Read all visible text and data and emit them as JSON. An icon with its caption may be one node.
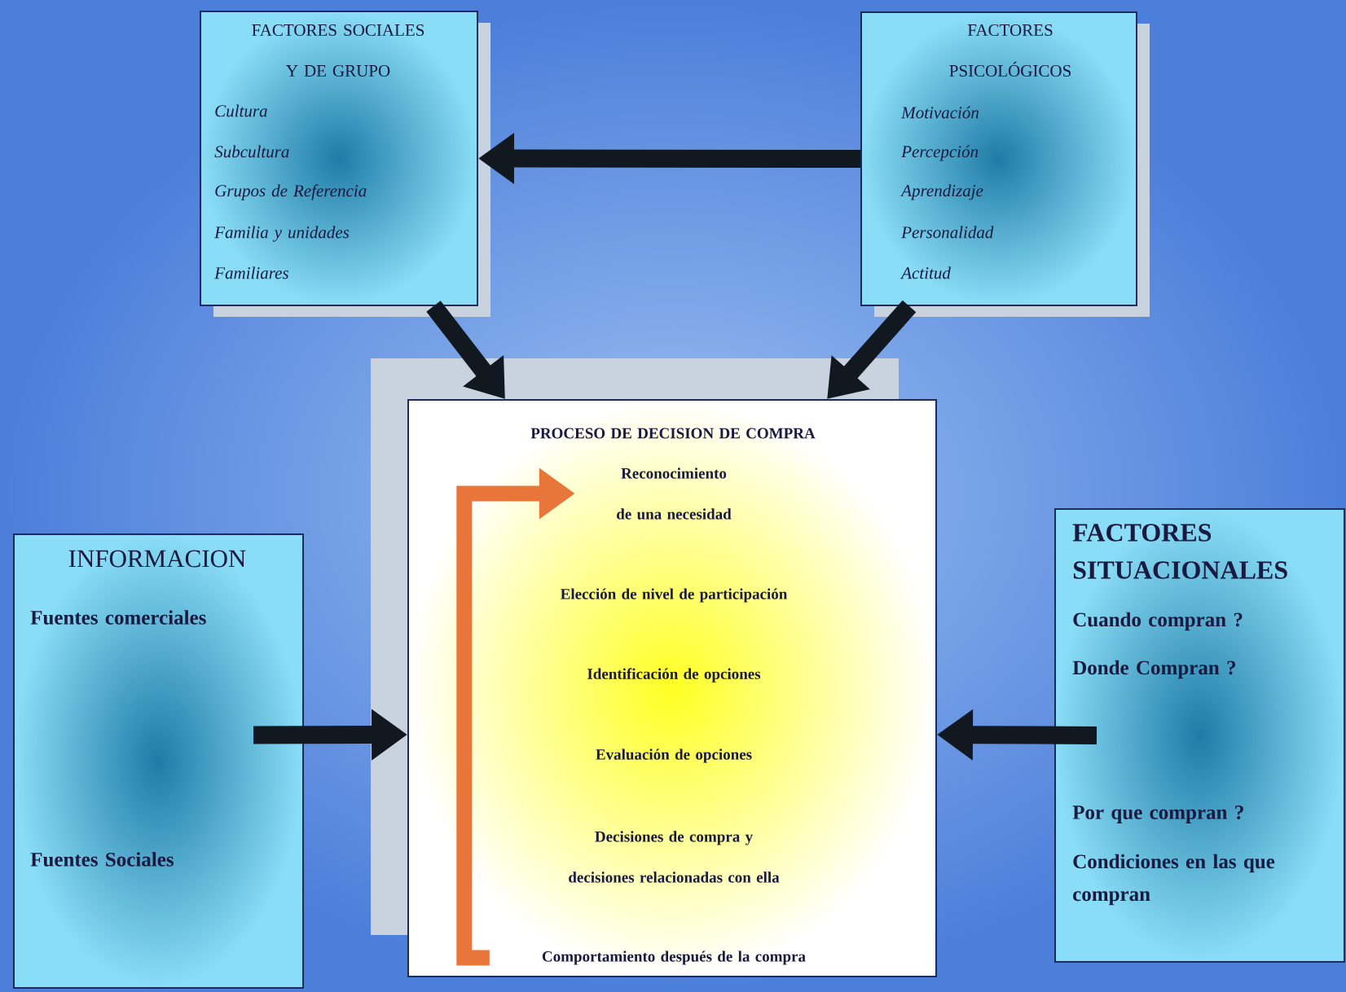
{
  "diagram": {
    "nodes": [
      {
        "text": [
          "FACTORES SOCIALES Y DE GRUPO",
          "Cultura",
          "Subcultura",
          "Grupos de Referencia",
          "Familia y unidades Familiares"
        ]
      },
      {
        "text": [
          "FACTORES PSICOLÓGICOS",
          "Motivación",
          "Percepción",
          "Aprendizaje",
          "Personalidad",
          "Actitud"
        ]
      },
      {
        "text": [
          "PROCESO DE DECISION  DE COMPRA"
        ]
      },
      {
        "text": [
          "Reconocimiento de una necesidad"
        ],
        "in": 2
      },
      {
        "text": [
          "Elección de nivel de participación"
        ],
        "in": 2
      },
      {
        "text": [
          "Identificación de opciones"
        ],
        "in": 2
      },
      {
        "text": [
          "Evaluación de opciones"
        ],
        "in": 2
      },
      {
        "text": [
          "Decisiones de compra y decisiones relacionadas con ella"
        ],
        "in": 2
      },
      {
        "text": [
          "Comportamiento después de la compra"
        ],
        "in": 2
      },
      {
        "text": [
          "INFORMACION",
          "Fuentes comerciales",
          "Fuentes Sociales"
        ]
      },
      {
        "text": [
          "FACTORES SITUACIONALES",
          "Cuando compran ?",
          "Donde Compran ?",
          "Por que compran ?",
          "Condiciones en las que compran"
        ]
      }
    ],
    "edges": [
      {
        "from": 1,
        "to": 0,
        "arrow": "to"
      },
      {
        "from": 0,
        "to": 2,
        "arrow": "to"
      },
      {
        "from": 1,
        "to": 2,
        "arrow": "to"
      },
      {
        "from": 9,
        "to": 2,
        "arrow": "to"
      },
      {
        "from": 10,
        "to": 2,
        "arrow": "to"
      },
      {
        "from": 8,
        "to": 3,
        "arrow": "to",
        "color": "#e8763a"
      }
    ]
  }
}
